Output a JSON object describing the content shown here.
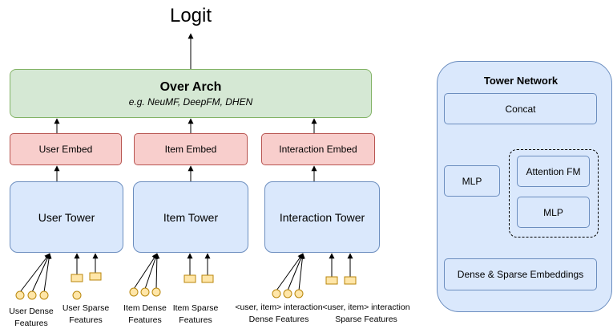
{
  "diagram": {
    "logit": "Logit",
    "over_arch": {
      "title": "Over Arch",
      "subtitle": "e.g. NeuMF, DeepFM, DHEN"
    },
    "embeds": [
      "User Embed",
      "Item Embed",
      "Interaction Embed"
    ],
    "towers": [
      "User Tower",
      "Item Tower",
      "Interaction Tower"
    ],
    "features": {
      "user_dense": [
        "User Dense",
        "Features"
      ],
      "user_sparse": [
        "User Sparse",
        "Features"
      ],
      "item_dense": [
        "Item Dense",
        "Features"
      ],
      "item_sparse": [
        "Item Sparse",
        "Features"
      ],
      "inter_dense": [
        "<user, item> interaction",
        "Dense Features"
      ],
      "inter_sparse": [
        "<user, item> interaction",
        "Sparse Features"
      ]
    },
    "tower_network": {
      "title": "Tower Network",
      "concat": "Concat",
      "mlp_left": "MLP",
      "attention_fm": "Attention FM",
      "mlp_inner": "MLP",
      "embeddings": "Dense & Sparse Embeddings"
    },
    "colors": {
      "over_arch_fill": "#d5e8d4",
      "embed_fill": "#f8cecc",
      "tower_fill": "#dae8fc",
      "dense_node_fill": "#ffe6a8",
      "sparse_node_fill": "#ffe6a8"
    }
  }
}
